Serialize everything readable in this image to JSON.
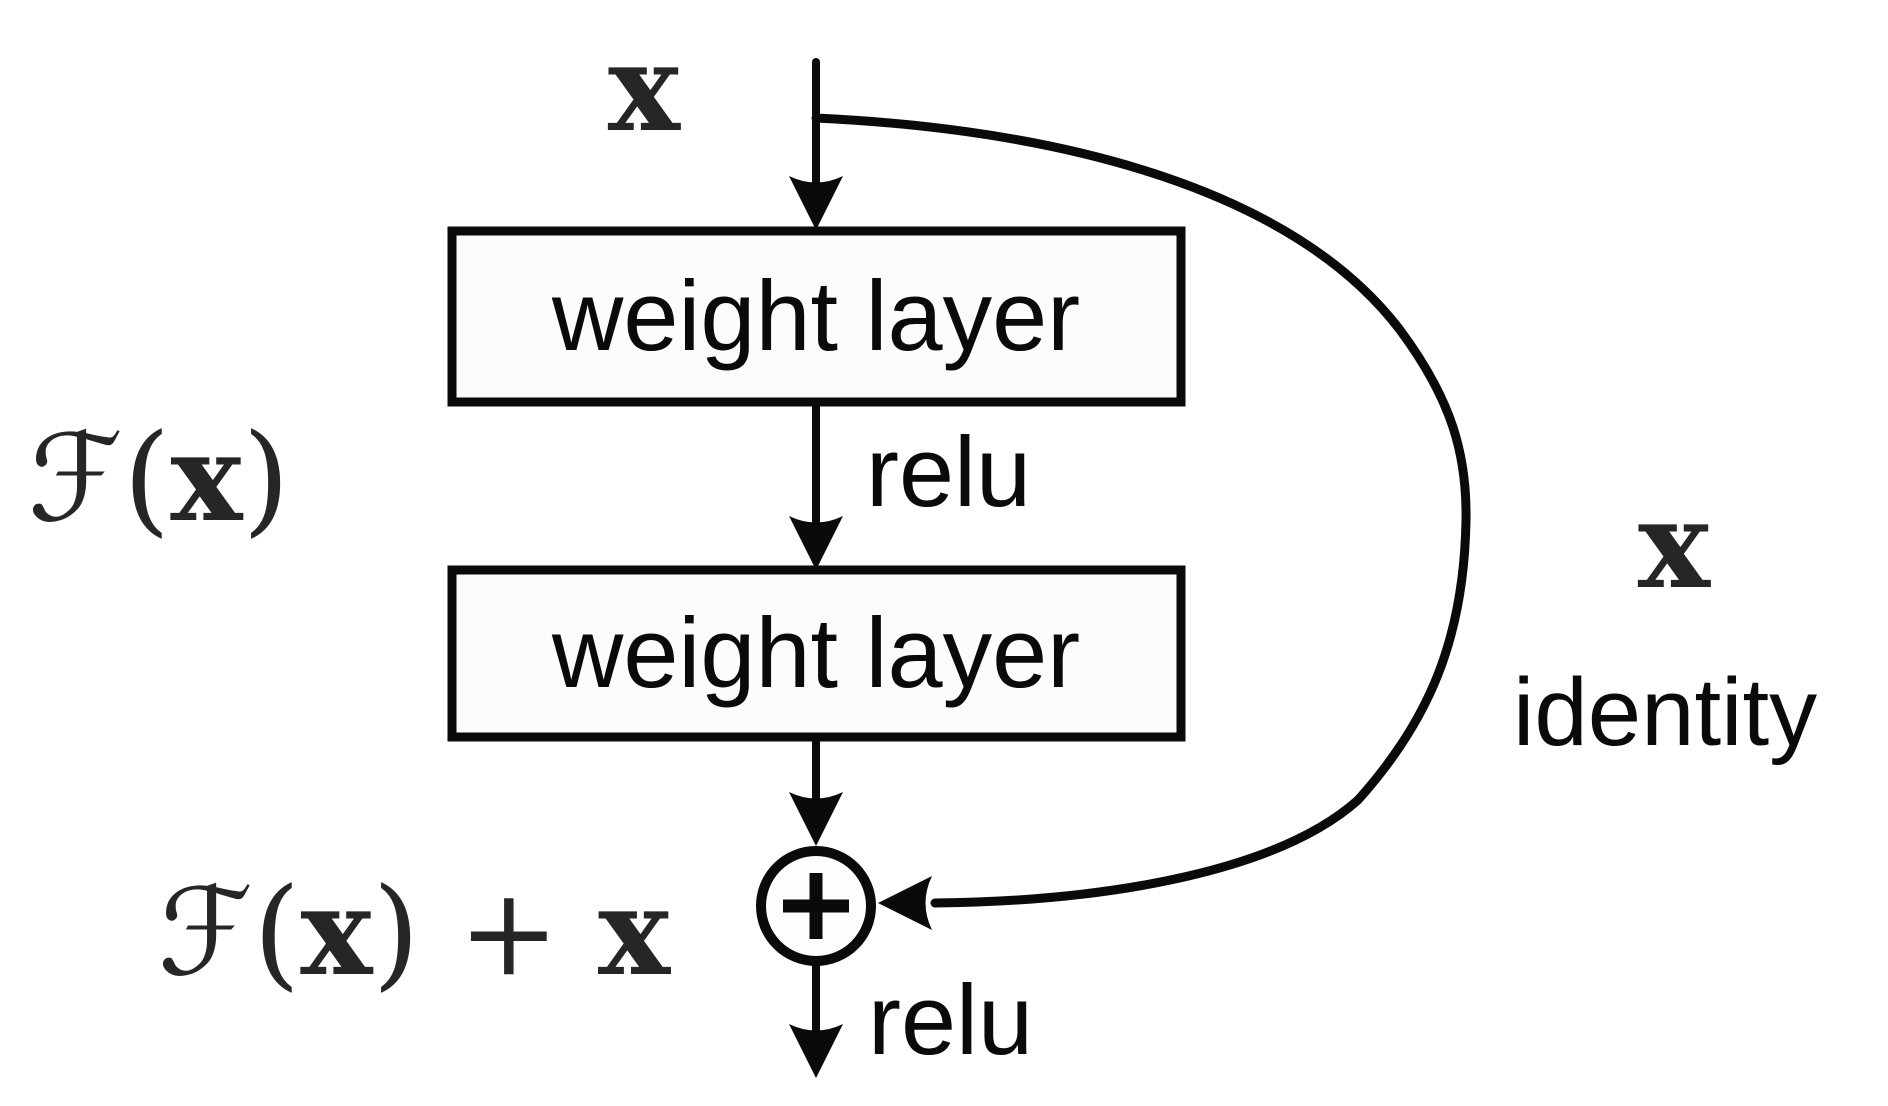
{
  "colors": {
    "ink": "#0a0a0a",
    "box_fill": "#fcfcfc",
    "background": "#ffffff"
  },
  "diagram": {
    "title_semantic": "residual-learning-building-block",
    "input_label": "x",
    "layers": [
      {
        "label": "weight layer"
      },
      {
        "label": "weight layer"
      }
    ],
    "activation_mid": "relu",
    "activation_out": "relu",
    "residual_function": {
      "f": "ℱ",
      "open": "(",
      "arg": "x",
      "close": ")"
    },
    "output_expression": {
      "f": "ℱ",
      "open": "(",
      "arg": "x",
      "close": ")",
      "plus": " + ",
      "arg2": "x"
    },
    "skip_label": "x",
    "skip_sublabel": "identity",
    "icons": {
      "addition_node": "plus-circle-icon",
      "flow": "arrowhead-icon"
    }
  }
}
